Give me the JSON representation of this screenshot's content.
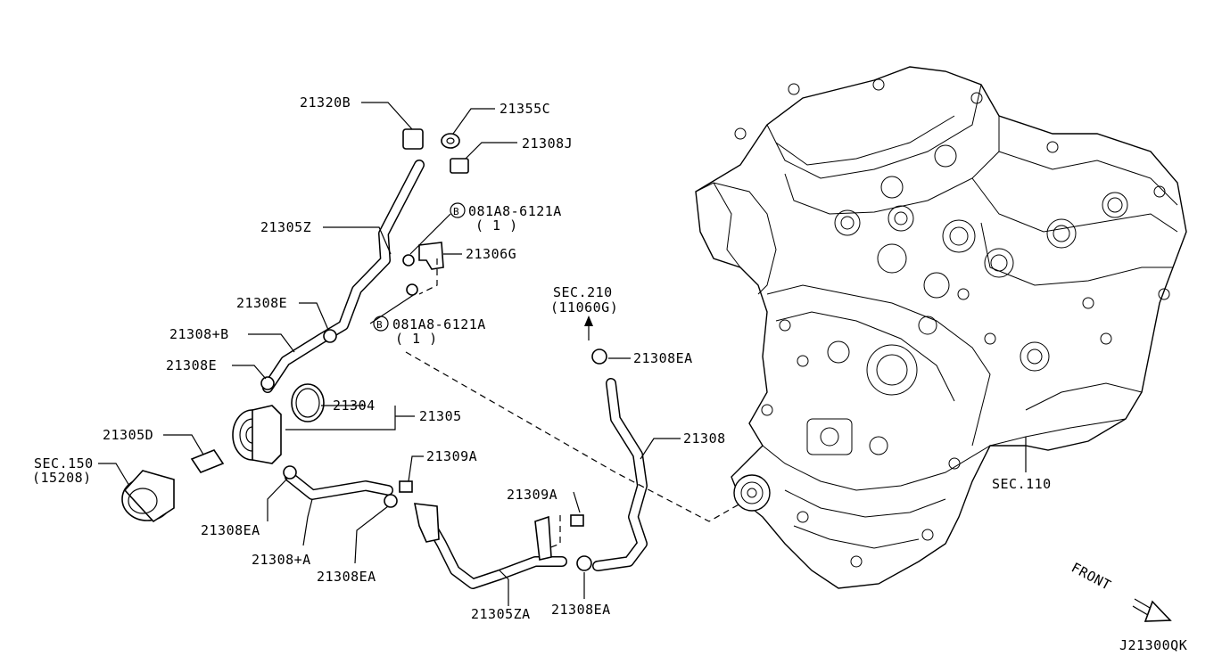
{
  "labels": {
    "p21320B": "21320B",
    "p21355C": "21355C",
    "p21308J": "21308J",
    "p21305Z": "21305Z",
    "bolt_top": "081A8-6121A",
    "bolt_top_qty": "( 1 )",
    "bolt_circle": "B",
    "p21306G": "21306G",
    "p21308E_top": "21308E",
    "bolt_mid": "081A8-6121A",
    "bolt_mid_qty": "( 1 )",
    "p21308B": "21308+B",
    "p21308E_low": "21308E",
    "p21304": "21304",
    "p21305": "21305",
    "p21305D": "21305D",
    "sec150": "SEC.150",
    "sec150_ref": "(15208)",
    "p21308EA_left": "21308EA",
    "p21308A": "21308+A",
    "p21308EA_mid": "21308EA",
    "p21309A_top": "21309A",
    "p21309A_low": "21309A",
    "p21305ZA": "21305ZA",
    "p21308EA_bottom": "21308EA",
    "sec210": "SEC.210",
    "sec210_ref": "(11060G)",
    "p21308EA_right": "21308EA",
    "p21308": "21308",
    "sec110": "SEC.110",
    "front": "FRONT",
    "diagram_code": "J21300QK"
  }
}
